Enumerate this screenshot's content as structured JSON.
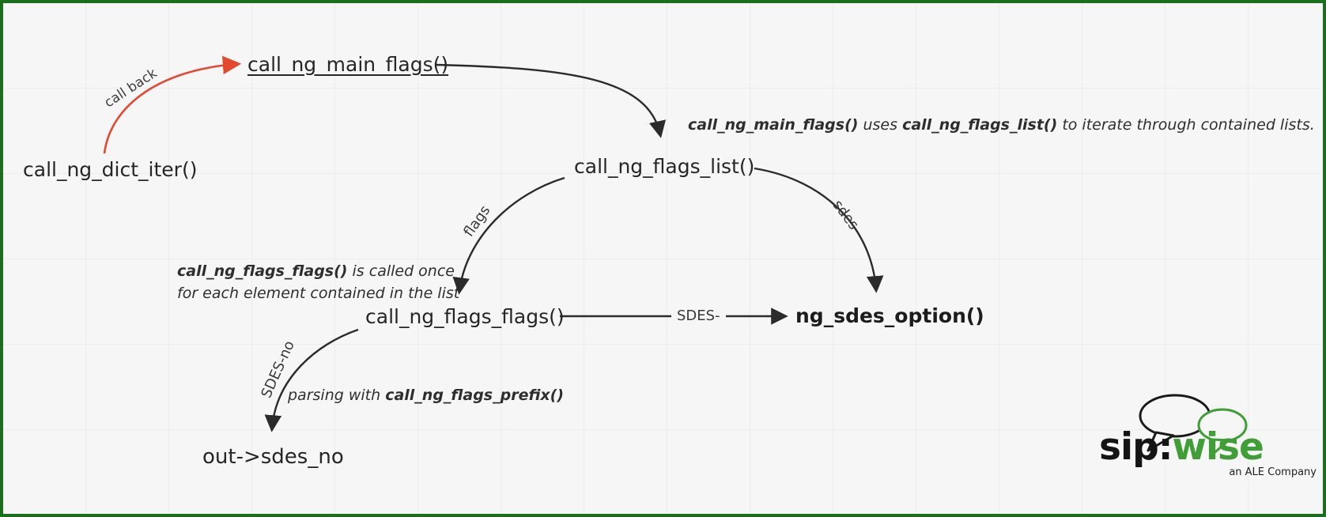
{
  "diagram": {
    "nodes": {
      "dict_iter": "call_ng_dict_iter()",
      "main_flags": "call_ng_main_flags()",
      "flags_list": "call_ng_flags_list()",
      "flags_flags": "call_ng_flags_flags()",
      "sdes_option": "ng_sdes_option()",
      "out_sdes_no": "out->sdes_no"
    },
    "edge_labels": {
      "call_back": "call back",
      "flags": "flags",
      "sdes": "sdes",
      "sdes_dash": "SDES-",
      "sdes_no": "SDES-no"
    },
    "annotations": {
      "list_note": {
        "fn1": "call_ng_main_flags()",
        "mid": " uses ",
        "fn2": "call_ng_flags_list()",
        "tail": " to iterate through contained lists."
      },
      "flags_note": {
        "fn": "call_ng_flags_flags()",
        "tail": " is called once",
        "line2": "for each element contained in the list"
      },
      "prefix_note": {
        "lead": "parsing with ",
        "fn": "call_ng_flags_prefix()"
      }
    }
  },
  "logo": {
    "brand_black": "sip:",
    "brand_green": "wise",
    "tagline": "an ALE Company"
  },
  "colors": {
    "border_green": "#1b6e1b",
    "arrow_black": "#2b2b2b",
    "callback_arrow_red": "#e2492f",
    "brand_green": "#3f9e35",
    "background": "#f6f6f6"
  }
}
